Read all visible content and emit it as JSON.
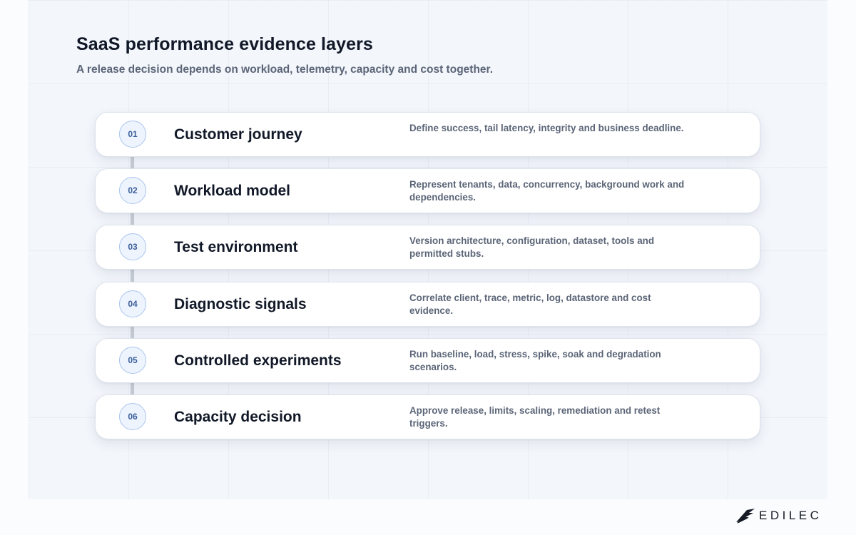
{
  "header": {
    "title": "SaaS performance evidence layers",
    "subtitle": "A release decision depends on workload, telemetry, capacity and cost together."
  },
  "steps": [
    {
      "number": "01",
      "title": "Customer journey",
      "description": "Define success, tail latency, integrity and business deadline."
    },
    {
      "number": "02",
      "title": "Workload model",
      "description": "Represent tenants, data, concurrency, background work and dependencies."
    },
    {
      "number": "03",
      "title": "Test environment",
      "description": "Version architecture, configuration, dataset, tools and permitted stubs."
    },
    {
      "number": "04",
      "title": "Diagnostic signals",
      "description": "Correlate client, trace, metric, log, datastore and cost evidence."
    },
    {
      "number": "05",
      "title": "Controlled experiments",
      "description": "Run baseline, load, stress, spike, soak and degradation scenarios."
    },
    {
      "number": "06",
      "title": "Capacity decision",
      "description": "Approve release, limits, scaling, remediation and retest triggers."
    }
  ],
  "brand": {
    "logo_text": "EDILEC",
    "logo_icon": "bird-wing-icon"
  },
  "colors": {
    "background": "#f3f6fb",
    "card": "#ffffff",
    "title": "#111827",
    "muted_text": "#5b6577",
    "badge_border": "#a9c5ef",
    "badge_fill": "#eef4fd",
    "badge_text": "#3a5f9a",
    "connector": "#c8cdd5"
  }
}
